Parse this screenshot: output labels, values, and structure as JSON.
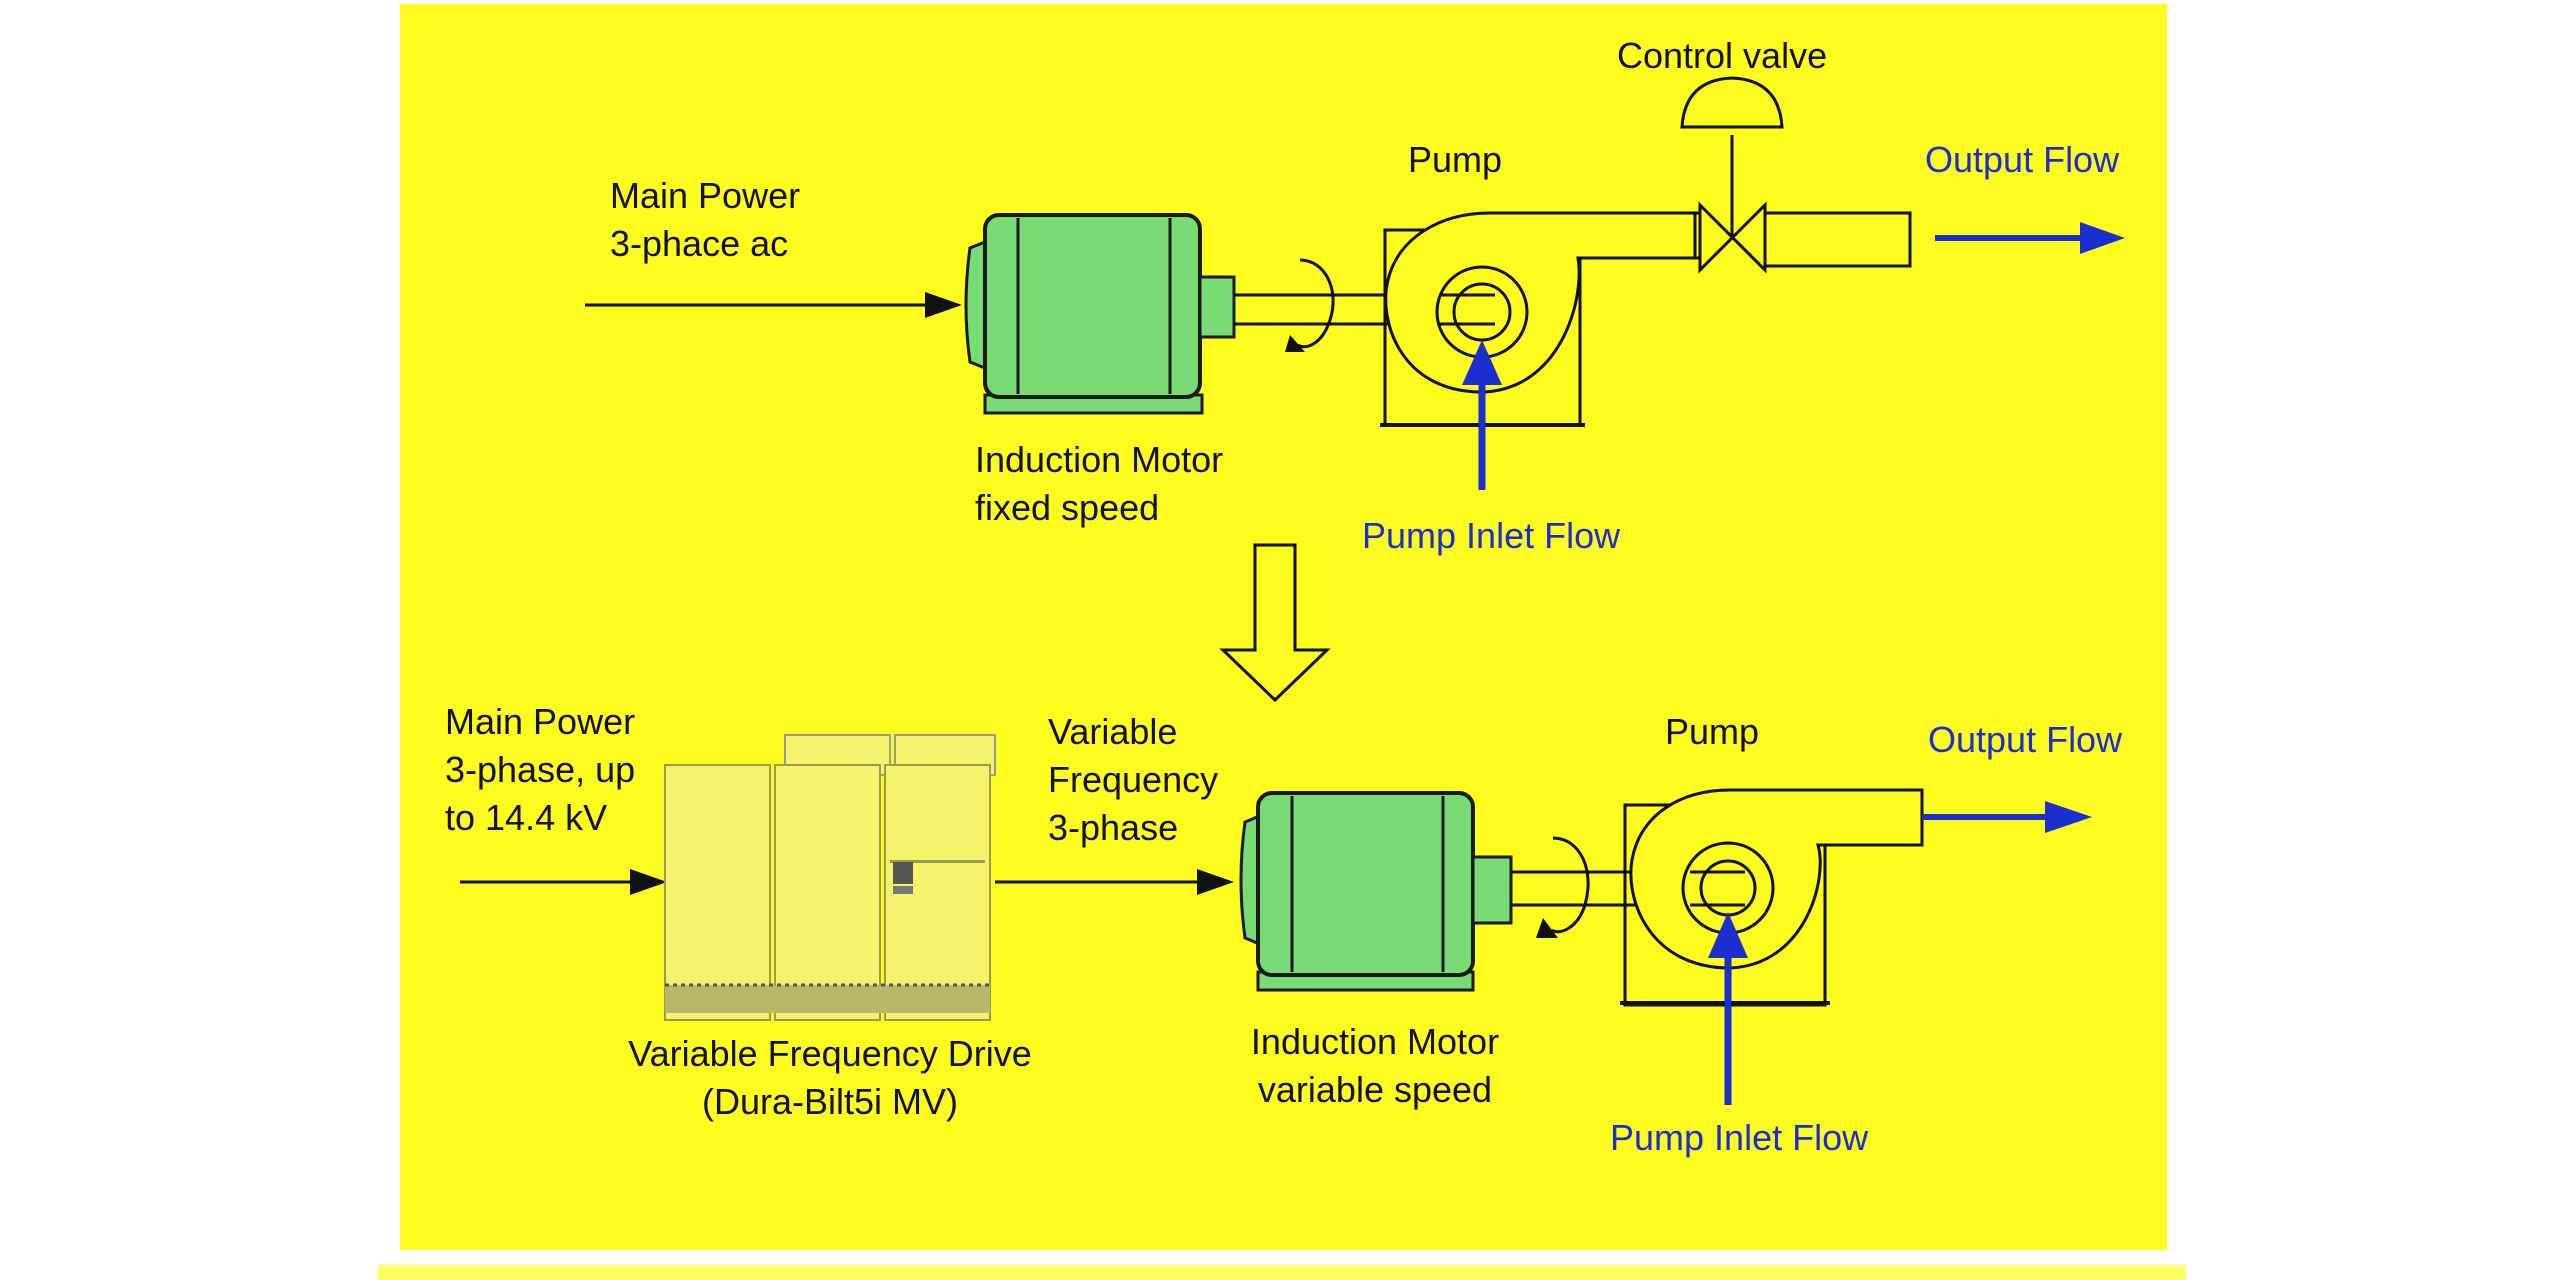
{
  "colors": {
    "background": "#fdfc1e",
    "page_edge": "#ffffff",
    "motor_green": "#79db74",
    "motor_dark": "#1a1a1a",
    "drive_yellow": "#f4f36b",
    "flow_blue": "#1b2fd0",
    "line_black": "#111111"
  },
  "top_system": {
    "main_power_line1": "Main Power",
    "main_power_line2": "3-phace ac",
    "motor_line1": "Induction Motor",
    "motor_line2": "fixed speed",
    "pump": "Pump",
    "control_valve": "Control valve",
    "output_flow": "Output Flow",
    "inlet_flow": "Pump Inlet Flow"
  },
  "bottom_system": {
    "main_power_line1": "Main Power",
    "main_power_line2": "3-phase, up",
    "main_power_line3": "to 14.4 kV",
    "vf_line1": "Variable",
    "vf_line2": "Frequency",
    "vf_line3": "3-phase",
    "drive_line1": "Variable Frequency Drive",
    "drive_line2": "(Dura-Bilt5i MV)",
    "motor_line1": "Induction Motor",
    "motor_line2": "variable speed",
    "pump": "Pump",
    "output_flow": "Output Flow",
    "inlet_flow": "Pump Inlet Flow"
  },
  "icons": [
    "power-arrow",
    "motor-icon",
    "pump-icon",
    "control-valve-icon",
    "vfd-cabinet-icon",
    "rotation-arrow-icon",
    "transition-arrow-icon"
  ]
}
